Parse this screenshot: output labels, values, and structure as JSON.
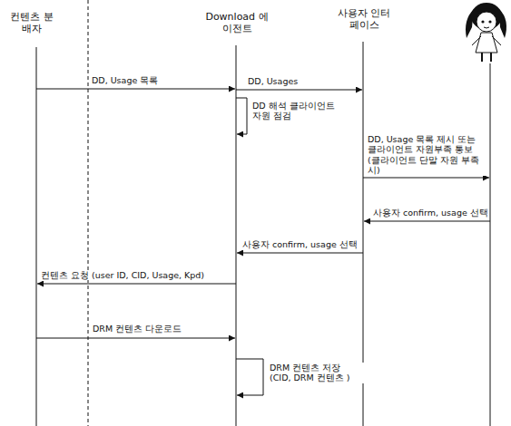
{
  "diagram": {
    "labels": [
      "컨텐츠 분배자",
      "Download 에이전트",
      "사용자 인터페이스",
      "DD, Usage 목록",
      "DD, Usages",
      "DD 해석 클라이언트자원 점검",
      "DD, Usage 목록 제시 또는 클라이언트 자원부족 통보 (클라이언트 단말 자원 부족시)",
      "사용자 confirm, usage 선택",
      "사용자 confirm, usage 선택",
      "컨텐츠 요청 (user ID, CID, Usage, Kpd)",
      "DRM 컨텐츠 다운로드",
      "DRM 컨텐츠 저장 (CID, DRM 컨텐츠 )"
    ]
  }
}
